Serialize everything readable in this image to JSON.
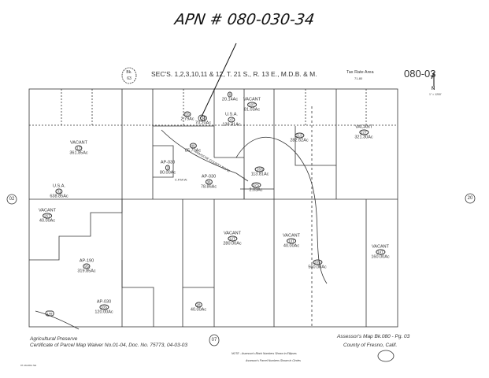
{
  "annotation": {
    "apn": "APN # 080-030-34"
  },
  "header": {
    "book_label": "Bk.",
    "book_number": "63",
    "sections_title": "SEC'S. 1,2,3,10,11 & 12, T. 21 S., R. 13 E., M.D.B. & M.",
    "tax_rate_area_label": "Tax Rate Area",
    "tax_rate_area_value": "71-80",
    "map_number": "080-03"
  },
  "north_arrow": {
    "label": "N",
    "scale": "1\" = 1200'"
  },
  "edge_markers": {
    "left": "02",
    "right": "20",
    "bottom": "07"
  },
  "parcels": [
    {
      "status": "VACANT",
      "number": "1T",
      "acres": "361.85Ac"
    },
    {
      "status": "U.S.A.",
      "number": "31",
      "acres": "638.85Ac"
    },
    {
      "status": "VACANT",
      "number": "25T",
      "acres": "40.00Ac"
    },
    {
      "status": "AP-190",
      "number": "9S",
      "acres": "319.85Ac"
    },
    {
      "status": "AP-030",
      "number": "10S",
      "acres": "120.00Ac"
    },
    {
      "status": "AP-030",
      "number": "3",
      "acres": "80.00Ac"
    },
    {
      "status": "",
      "number": "40",
      "acres": "85.70Ac"
    },
    {
      "status": "AP-030",
      "number": "36",
      "acres": "78.86Ac"
    },
    {
      "status": "",
      "number": "34",
      "acres": "70.20Ac"
    },
    {
      "status": "",
      "number": "5S",
      "acres": "2.79Ac"
    },
    {
      "status": "U.S.A.",
      "number": "47",
      "acres": "138.41Ac"
    },
    {
      "status": "VACANT",
      "number": "10T",
      "acres": "81.03Ac"
    },
    {
      "status": "",
      "number": "6",
      "acres": "20.14Ac"
    },
    {
      "status": "",
      "number": "21S",
      "acres": "282.62Ac"
    },
    {
      "status": "VACANT",
      "number": "22T",
      "acres": "321.30Ac"
    },
    {
      "status": "",
      "number": "26S",
      "acres": "113.81Ac"
    },
    {
      "status": "",
      "number": "37S",
      "acres": "2.03Ac"
    },
    {
      "status": "VACANT",
      "number": "12T",
      "acres": "280.00Ac"
    },
    {
      "status": "VACANT",
      "number": "13T",
      "acres": "40.00Ac"
    },
    {
      "status": "",
      "number": "20S",
      "acres": "560.00Ac"
    },
    {
      "status": "VACANT",
      "number": "14T",
      "acres": "160.00Ac"
    },
    {
      "status": "",
      "number": "28",
      "acres": "40.00Ac"
    }
  ],
  "road_labels": {
    "county_road": "PANOCHE COUNTY ROAD",
    "highway": "198",
    "cpmw": "C.P.M.W."
  },
  "footer": {
    "ag_preserve": "Agricultural Preserve",
    "certificate": "Certificate of Parcel Map Waiver No.01-04, Doc. No. 75773, 04-03-03",
    "note_line1": "NOTE - Assessor's Block Numbers Shown in Ellipses",
    "note_line2": "Assessor's Parcel Numbers Shown in Circles",
    "assessor_map": "Assessor's Map Bk.080 - Pg. 03",
    "county": "County of Fresno, Calif.",
    "date_stamp": "07-19-2011   SH"
  }
}
